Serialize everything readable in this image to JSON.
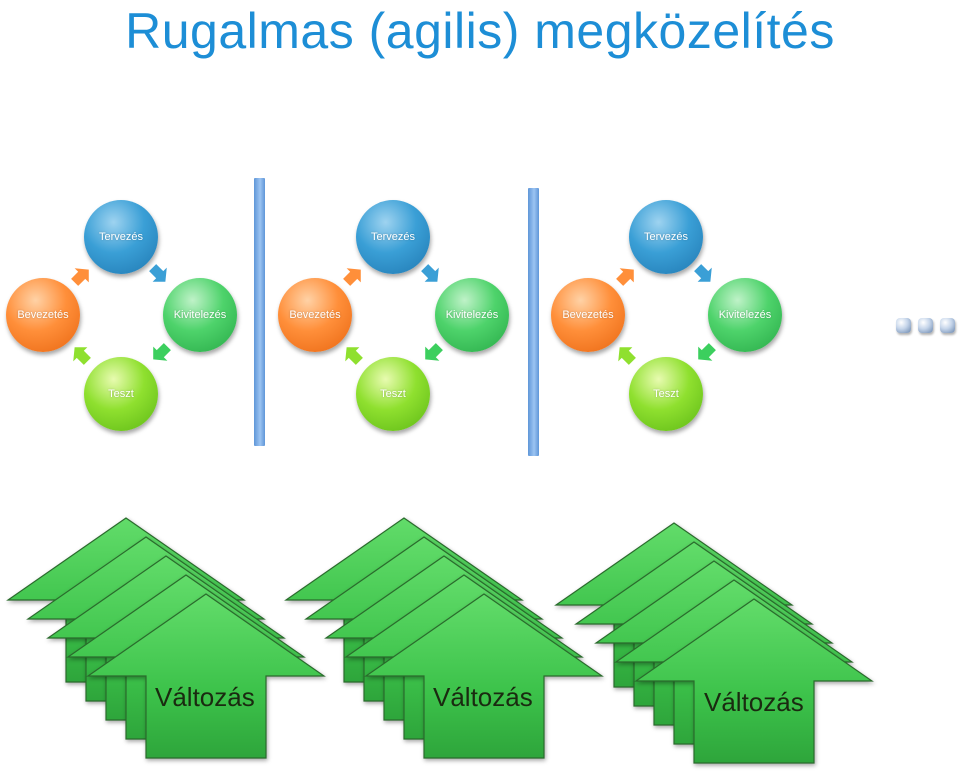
{
  "title": "Rugalmas (agilis) megközelítés",
  "cycles": [
    {
      "plan": "Tervezés",
      "execute": "Kivitelezés",
      "test": "Teszt",
      "deploy": "Bevezetés"
    },
    {
      "plan": "Tervezés",
      "execute": "Kivitelezés",
      "test": "Teszt",
      "deploy": "Bevezetés"
    },
    {
      "plan": "Tervezés",
      "execute": "Kivitelezés",
      "test": "Teszt",
      "deploy": "Bevezetés"
    }
  ],
  "changes": [
    {
      "label": "Változás"
    },
    {
      "label": "Változás"
    },
    {
      "label": "Változás"
    }
  ],
  "colors": {
    "title": "#1d8ed6",
    "plan": "#3a9fd6",
    "execute": "#4ed36b",
    "test": "#8fe02f",
    "deploy": "#ff8f3a",
    "divider": "#7aaee8",
    "change_arrow": "#3cc24a"
  },
  "continuation_icon": "ellipsis-dots-icon"
}
